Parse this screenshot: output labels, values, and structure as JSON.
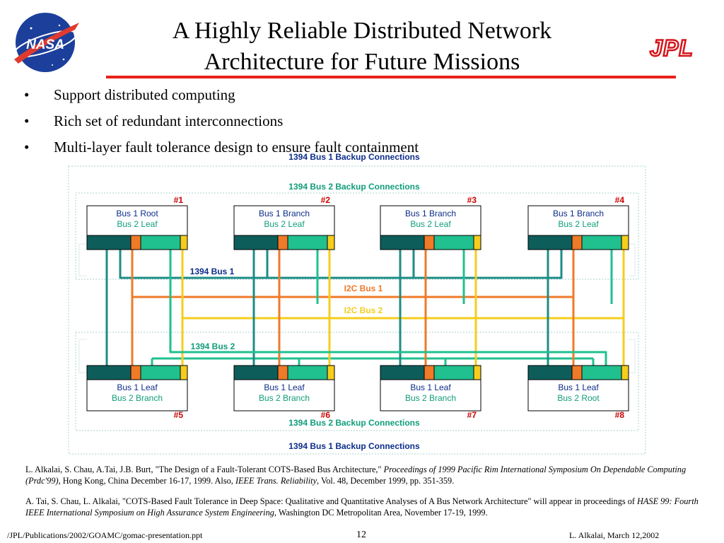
{
  "slide": {
    "title_line1": "A Highly Reliable Distributed Network",
    "title_line2": "Architecture for Future Missions",
    "bullet_symbol": "•",
    "bullets": [
      "Support distributed computing",
      "Rich set of redundant interconnections",
      "Multi-layer fault tolerance design to ensure fault containment"
    ],
    "logos": {
      "left": "NASA",
      "right": "JPL"
    }
  },
  "diagram": {
    "colors": {
      "bus1": "#1e8c86",
      "bus1_dark": "#0d5e5b",
      "bus2": "#20c08f",
      "i2c1": "#ef7a28",
      "i2c2": "#f5cd1e",
      "node_label": "#cc0000",
      "bus1_text": "#0c2d8a",
      "bus2_text": "#0f9d7a",
      "panel_border": "#a8d3cf"
    },
    "top_backup_bus1": "1394 Bus 1 Backup Connections",
    "top_backup_bus2": "1394 Bus 2 Backup Connections",
    "bottom_backup_bus2": "1394 Bus 2 Backup Connections",
    "bottom_backup_bus1": "1394 Bus 1 Backup Connections",
    "bus_labels": {
      "bus1": "1394 Bus 1",
      "i2c1": "I2C Bus 1",
      "i2c2": "I2C Bus 2",
      "bus2": "1394 Bus 2"
    },
    "top_nodes": [
      {
        "id": "#1",
        "bus1": "Bus 1  Root",
        "bus2": "Bus 2  Leaf"
      },
      {
        "id": "#2",
        "bus1": "Bus 1  Branch",
        "bus2": "Bus 2  Leaf"
      },
      {
        "id": "#3",
        "bus1": "Bus 1  Branch",
        "bus2": "Bus 2  Leaf"
      },
      {
        "id": "#4",
        "bus1": "Bus 1  Branch",
        "bus2": "Bus 2  Leaf"
      }
    ],
    "bottom_nodes": [
      {
        "id": "#5",
        "bus1": "Bus 1  Leaf",
        "bus2": "Bus 2  Branch"
      },
      {
        "id": "#6",
        "bus1": "Bus 1  Leaf",
        "bus2": "Bus 2  Branch"
      },
      {
        "id": "#7",
        "bus1": "Bus 1  Leaf",
        "bus2": "Bus 2  Branch"
      },
      {
        "id": "#8",
        "bus1": "Bus 1  Leaf",
        "bus2": "Bus 2  Root"
      }
    ]
  },
  "references": {
    "ref1_pre": "L. Alkalai, S. Chau, A.Tai, J.B.  Burt, \"The Design of a Fault-Tolerant COTS-Based Bus Architecture,\" ",
    "ref1_venue": "Proceedings of 1999 Pacific Rim International Symposium On Dependable Computing (Prdc'99)",
    "ref1_mid": ", Hong Kong, China December 16-17, 1999. Also, ",
    "ref1_journal": "IEEE Trans. Reliability",
    "ref1_post": ", Vol. 48, December 1999, pp. 351-359.",
    "ref2_pre": "A. Tai, S. Chau, L. Alkalai, \"COTS-Based Fault Tolerance in Deep Space: Qualitative and Quantitative Analyses of A Bus Network Architecture\" will appear in proceedings of ",
    "ref2_venue": "HASE 99: Fourth IEEE International Symposium on High Assurance System Engineering",
    "ref2_post": ", Washington DC Metropolitan Area, November 17-19, 1999."
  },
  "footer": {
    "path": "/JPL/Publications/2002/GOAMC/gomac-presentation.ppt",
    "page": "12",
    "author_date": "L. Alkalai, March 12,2002"
  }
}
